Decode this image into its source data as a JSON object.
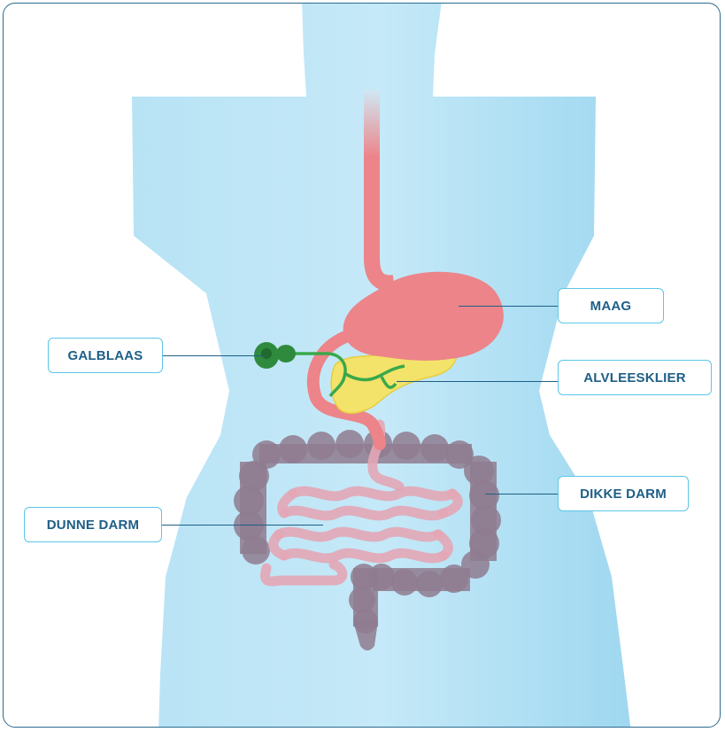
{
  "labels": {
    "stomach": "MAAG",
    "gallbladder": "GALBLAAS",
    "pancreas": "ALVLEESKLIER",
    "large_intestine": "DIKKE DARM",
    "small_intestine": "DUNNE DARM"
  },
  "colors": {
    "frame": "#2b6a8f",
    "label_border": "#5cc6e8",
    "label_text": "#1e5f86",
    "body": "#a9dcf2",
    "stomach": "#ec8489",
    "gallbladder": "#2f8a3e",
    "pancreas": "#f3e36a",
    "large_intestine": "#8f7b8f",
    "small_intestine": "#e3a6b5"
  }
}
